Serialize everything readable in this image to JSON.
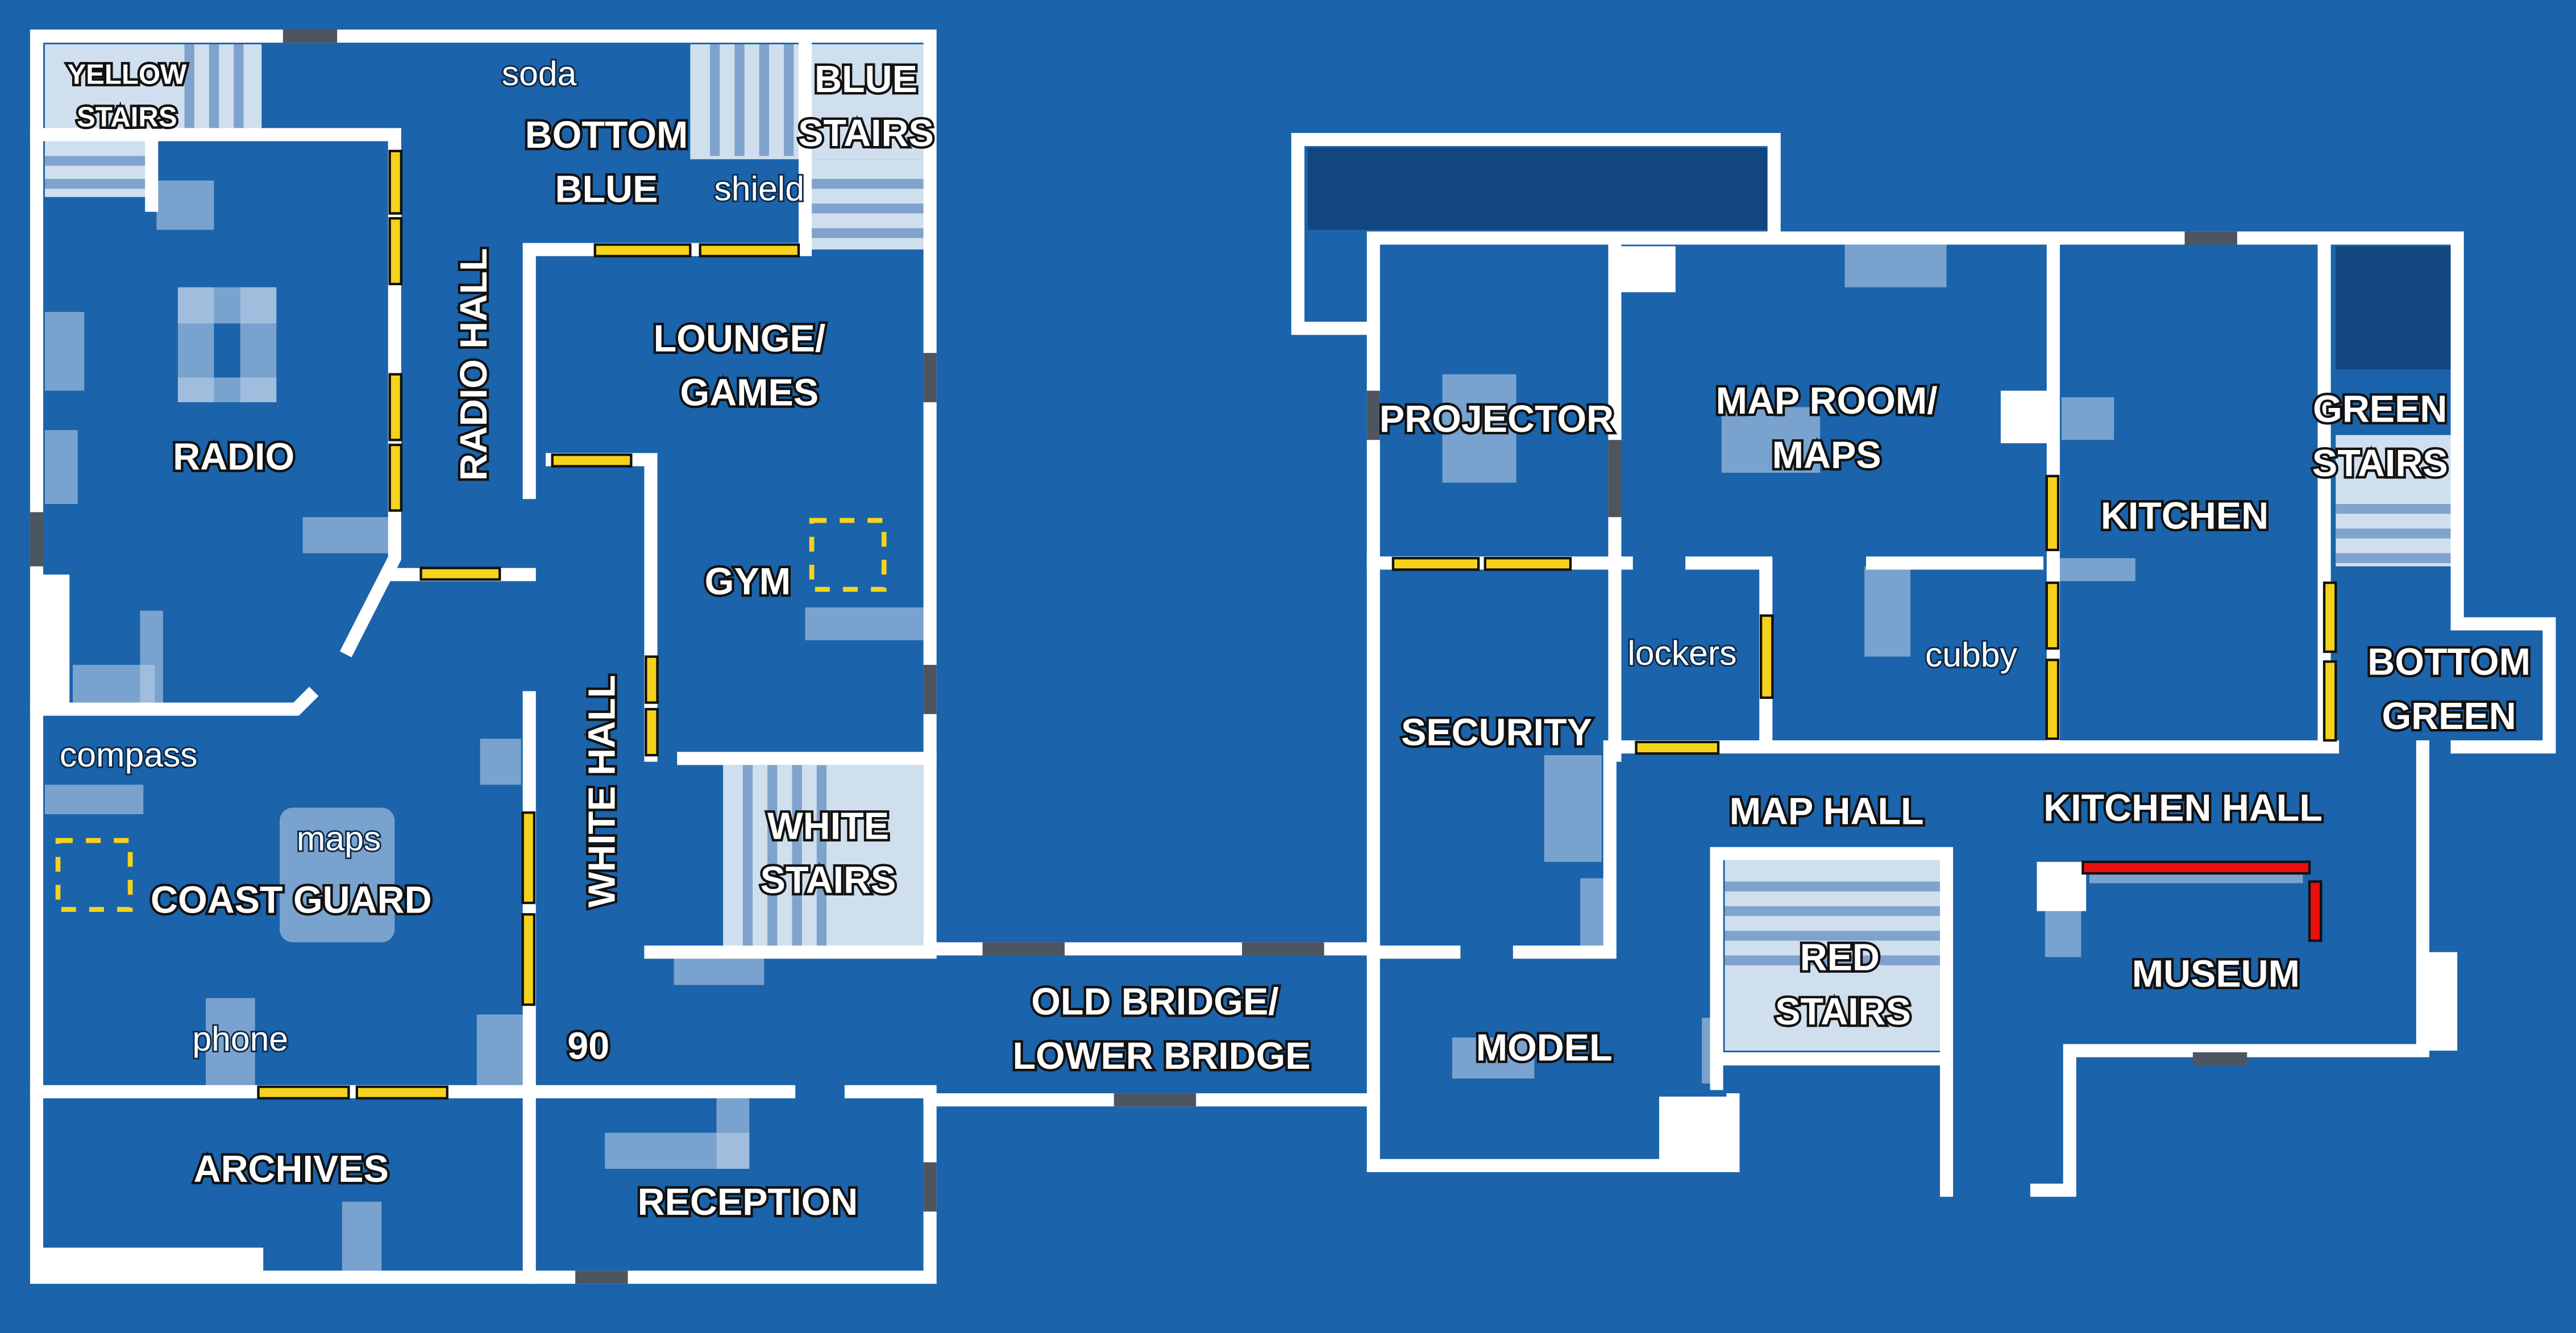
{
  "map": {
    "colors": {
      "background": "#1b63aa",
      "wall": "#ffffff",
      "door": "#f5d31c",
      "locked_door": "#e81010",
      "furniture": "#b9cfe6"
    },
    "rooms": {
      "yellow_stairs": [
        "YELLOW",
        "STAIRS"
      ],
      "bottom_blue": [
        "BOTTOM",
        "BLUE"
      ],
      "blue_stairs": [
        "BLUE",
        "STAIRS"
      ],
      "radio_hall": "RADIO HALL",
      "radio": "RADIO",
      "lounge": [
        "LOUNGE/",
        "GAMES"
      ],
      "gym": "GYM",
      "white_hall": "WHITE HALL",
      "white_stairs": [
        "WHITE",
        "STAIRS"
      ],
      "coast_guard": "COAST GUARD",
      "ninety": "90",
      "archives": "ARCHIVES",
      "reception": "RECEPTION",
      "old_bridge": [
        "OLD BRIDGE/",
        "LOWER BRIDGE"
      ],
      "projector": "PROJECTOR",
      "map_room": [
        "MAP ROOM/",
        "MAPS"
      ],
      "green_stairs": [
        "GREEN",
        "STAIRS"
      ],
      "kitchen": "KITCHEN",
      "bottom_green": [
        "BOTTOM",
        "GREEN"
      ],
      "security": "SECURITY",
      "map_hall": "MAP HALL",
      "kitchen_hall": "KITCHEN HALL",
      "red_stairs": [
        "RED",
        "STAIRS"
      ],
      "museum": "MUSEUM",
      "model": "MODEL"
    },
    "items": {
      "soda": "soda",
      "shield": "shield",
      "compass": "compass",
      "maps": "maps",
      "phone": "phone",
      "lockers": "lockers",
      "cubby": "cubby"
    }
  }
}
